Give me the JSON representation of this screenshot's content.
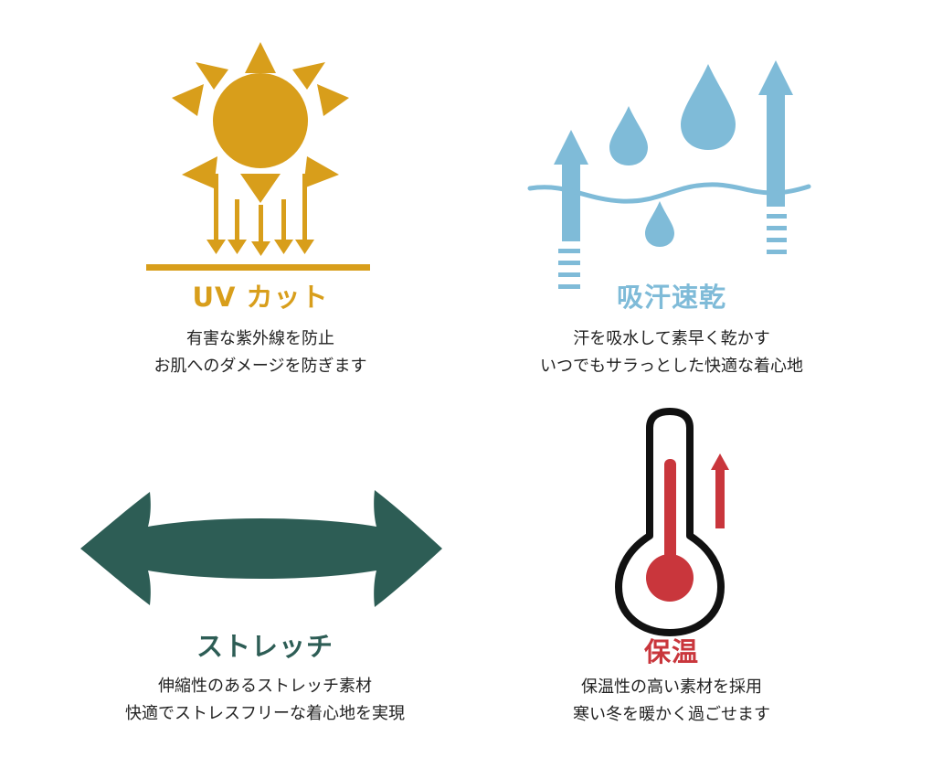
{
  "colors": {
    "uv": "#D89E1B",
    "sweat": "#7FBBD8",
    "stretch": "#2D5D55",
    "warm": "#C9363C",
    "outline": "#111111",
    "text": "#222222"
  },
  "features": {
    "uv": {
      "icon": "sun-icon",
      "title": "UV カット",
      "desc_line1": "有害な紫外線を防止",
      "desc_line2": "お肌へのダメージを防ぎます"
    },
    "sweat": {
      "icon": "sweat-drops-icon",
      "title": "吸汗速乾",
      "desc_line1": "汗を吸水して素早く乾かす",
      "desc_line2": "いつでもサラっとした快適な着心地"
    },
    "stretch": {
      "icon": "double-arrow-icon",
      "title": "ストレッチ",
      "desc_line1": "伸縮性のあるストレッチ素材",
      "desc_line2": "快適でストレスフリーな着心地を実現"
    },
    "warm": {
      "icon": "thermometer-icon",
      "title": "保温",
      "desc_line1": "保温性の高い素材を採用",
      "desc_line2": "寒い冬を暖かく過ごせます"
    }
  }
}
